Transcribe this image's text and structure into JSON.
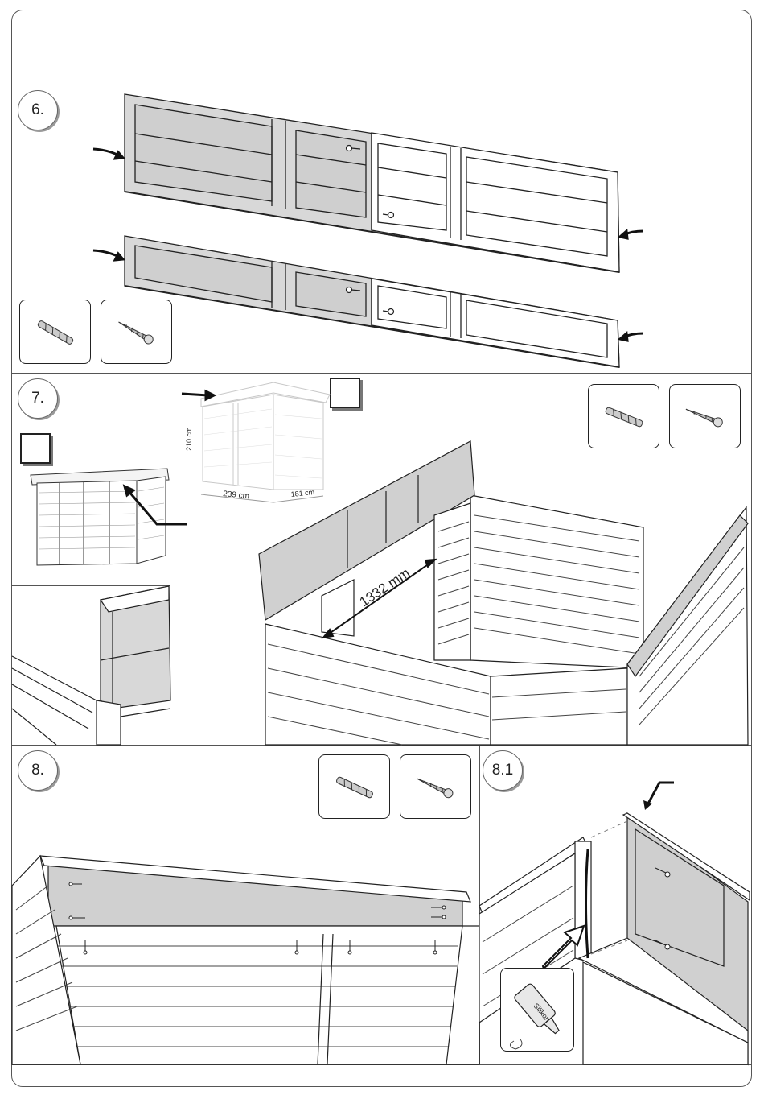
{
  "steps": {
    "s6": "6.",
    "s7": "7.",
    "s8": "8.",
    "s81": "8.1"
  },
  "step7": {
    "height_label": "210 cm",
    "width_label": "239 cm",
    "depth_label": "181 cm",
    "gap_label": "1332 mm"
  },
  "step81": {
    "tube_label": "Silikon"
  },
  "parts": {
    "dowel_icon": "dowel-icon",
    "screw_icon": "screw-icon"
  },
  "colors": {
    "panel_fill": "#d8d8d8",
    "line": "#222222"
  }
}
